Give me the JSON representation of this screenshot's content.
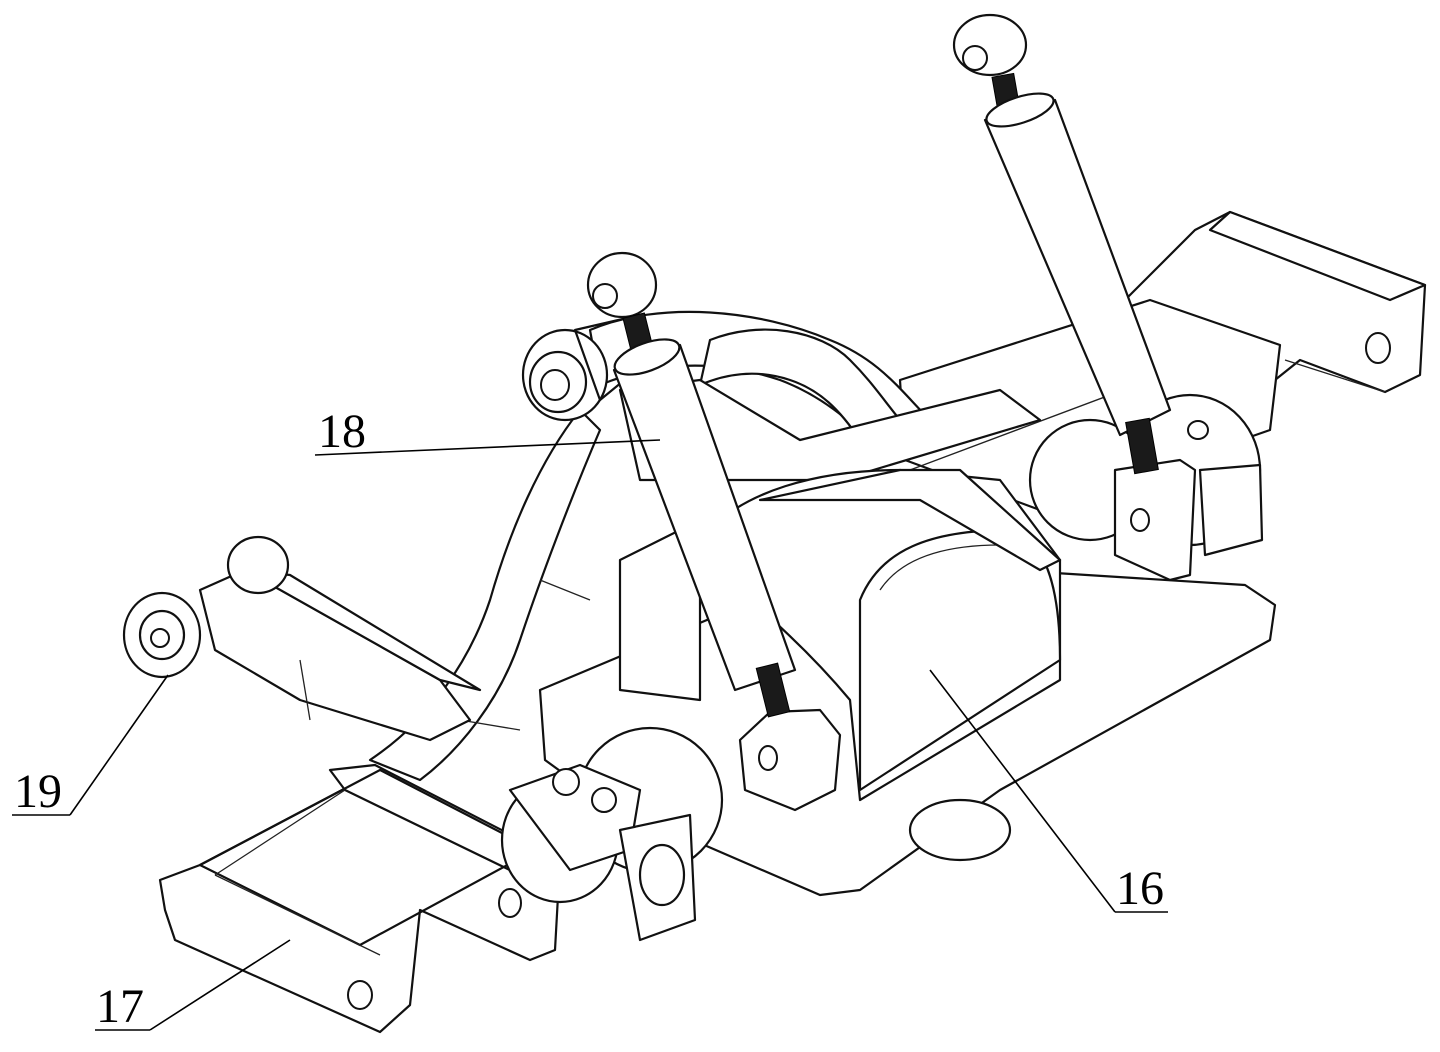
{
  "labels": {
    "part_16": "16",
    "part_17": "17",
    "part_18": "18",
    "part_19": "19"
  },
  "colors": {
    "line": "#111111",
    "background": "#ffffff"
  }
}
